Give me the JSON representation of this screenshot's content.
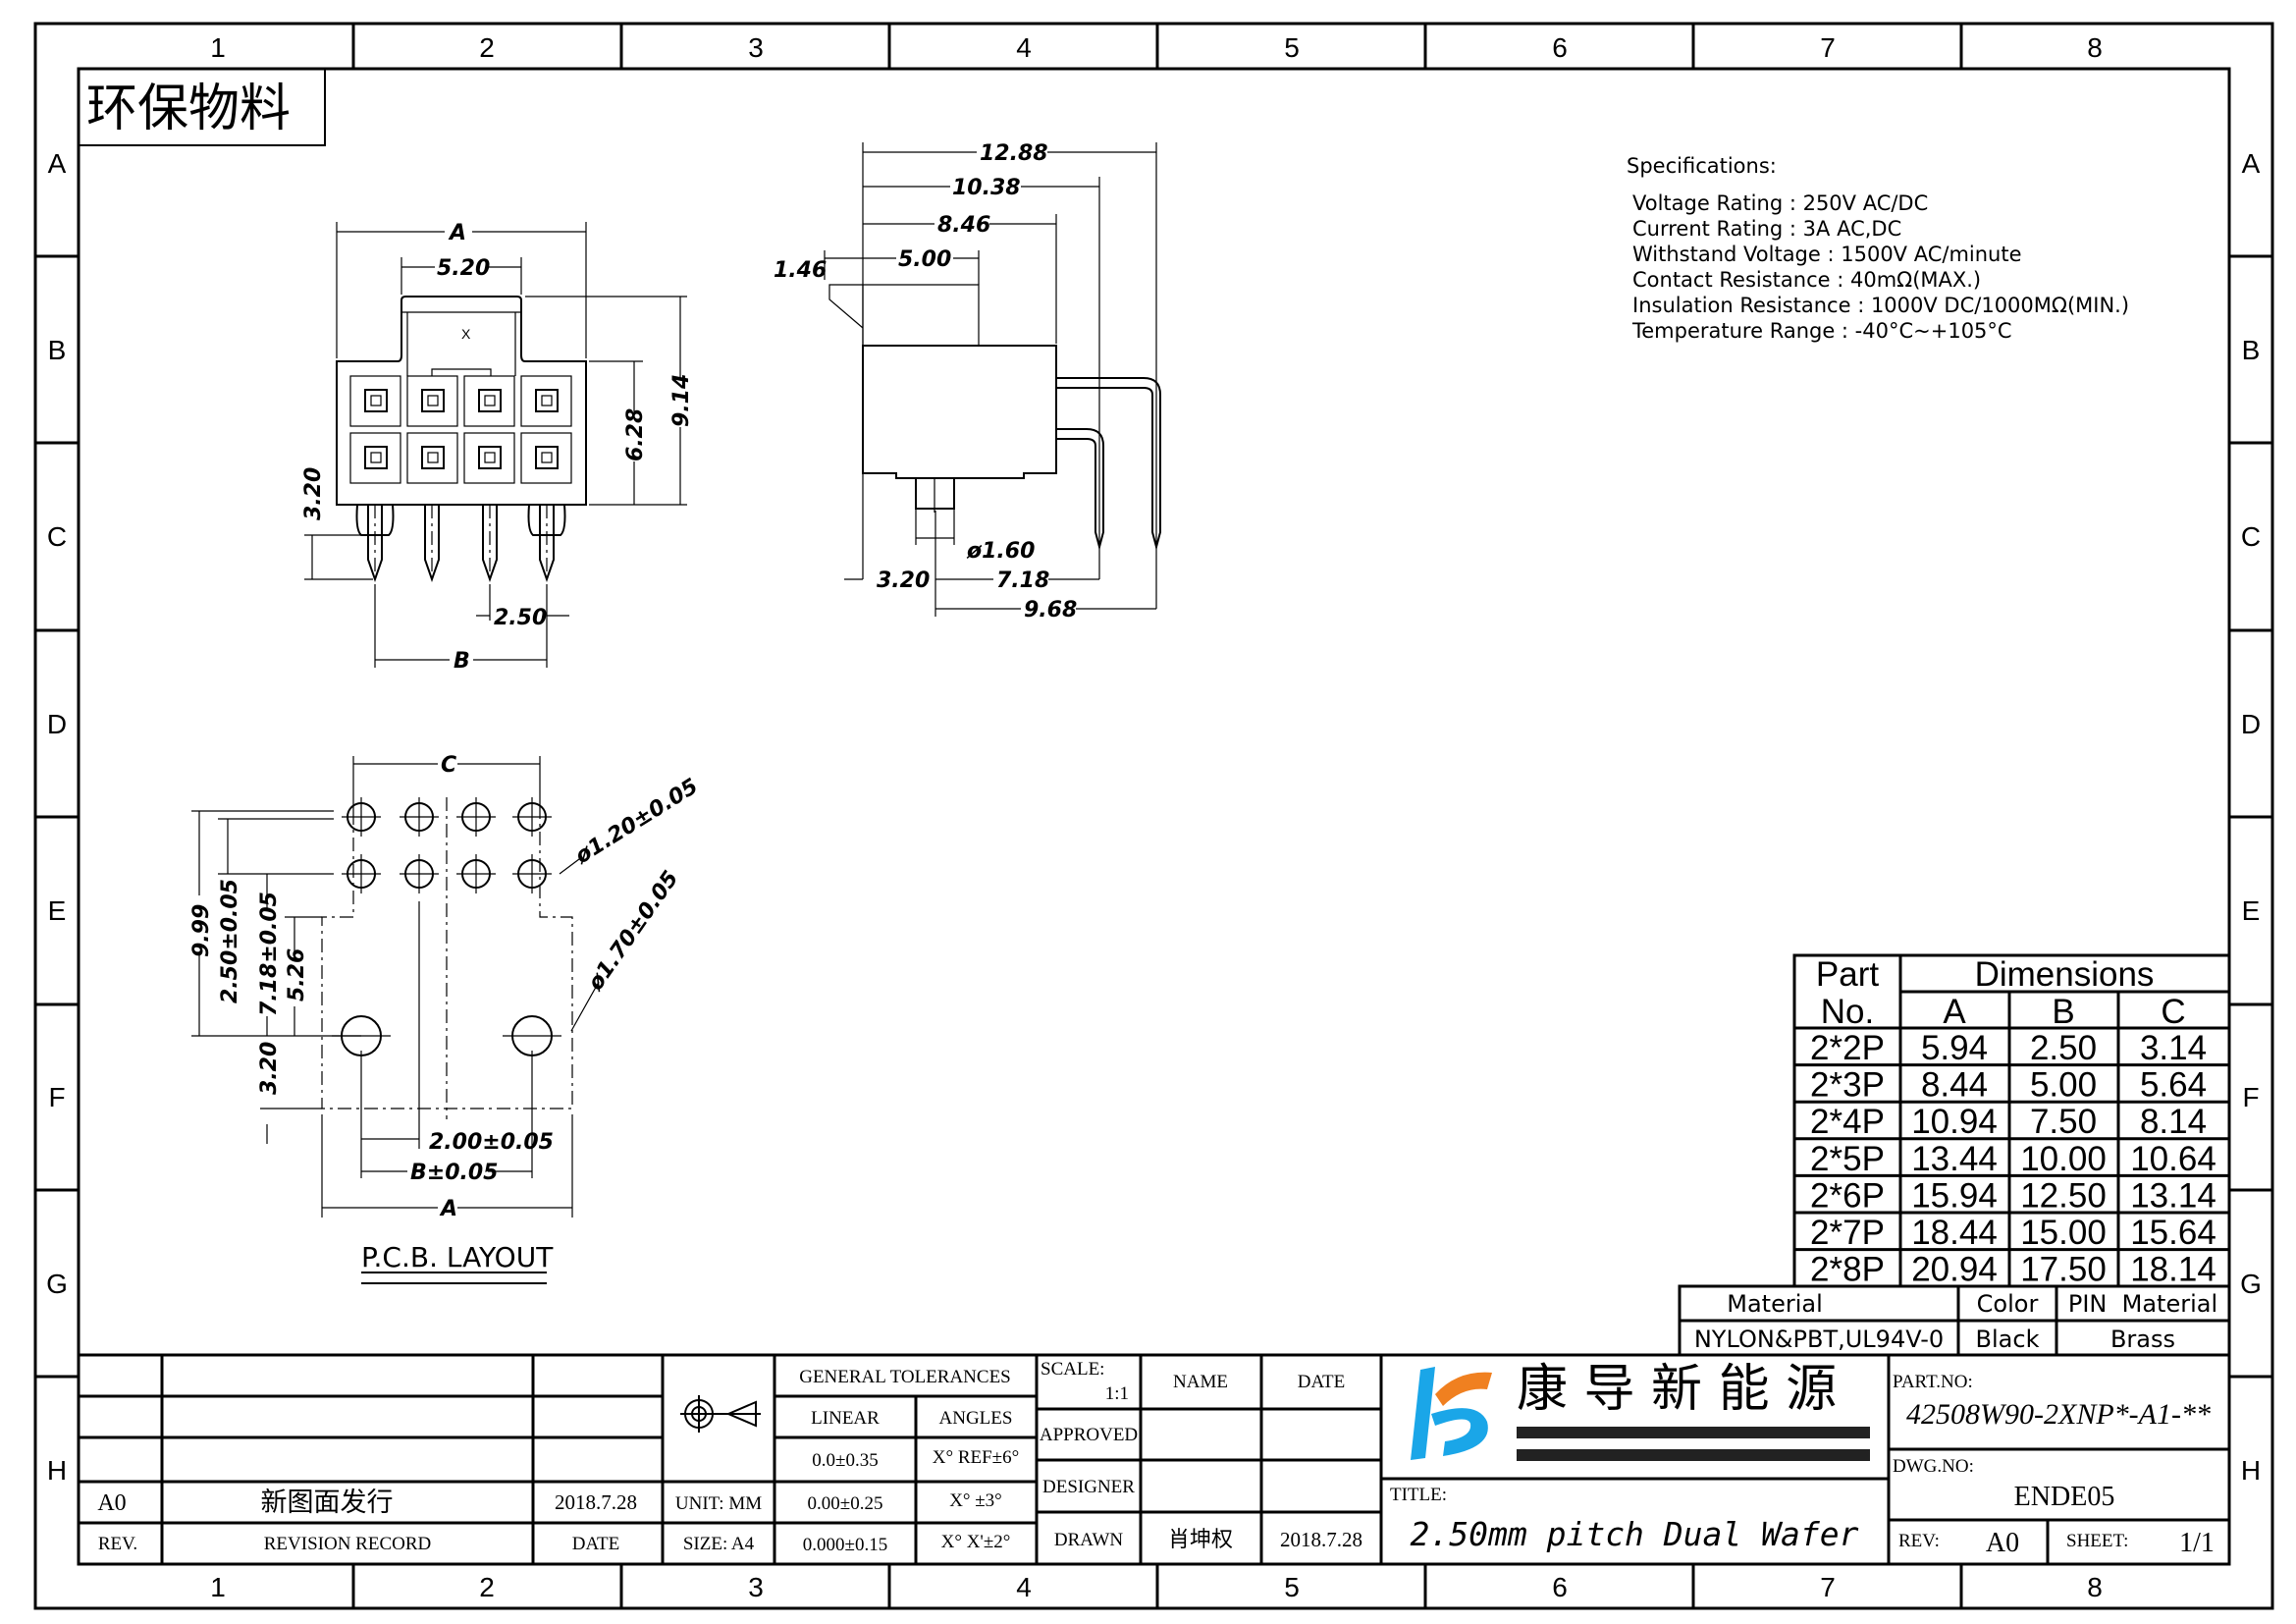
{
  "frame": {
    "columns": [
      "1",
      "2",
      "3",
      "4",
      "5",
      "6",
      "7",
      "8"
    ],
    "rows": [
      "A",
      "B",
      "C",
      "D",
      "E",
      "F",
      "G",
      "H"
    ]
  },
  "eco_label": "环保物料",
  "specifications": {
    "title": "Specifications:",
    "lines": [
      "Voltage Rating : 250V AC/DC",
      "Current Rating : 3A AC,DC",
      "Withstand Voltage : 1500V AC/minute",
      "Contact Resistance : 40mΩ(MAX.)",
      "Insulation Resistance : 1000V DC/1000MΩ(MIN.)",
      "Temperature Range : -40°C~+105°C"
    ]
  },
  "front_view": {
    "dim_a": "A",
    "dim_latch": "5.20",
    "dim_total_height": "9.14",
    "dim_body_height": "6.28",
    "dim_pin_length": "3.20",
    "dim_pitch": "2.50",
    "dim_b": "B",
    "latch_mark": "X"
  },
  "side_view": {
    "dim_overall": "12.88",
    "dim_pin_row2": "10.38",
    "dim_body": "8.46",
    "dim_latch": "5.00",
    "dim_latch_offset": "1.46",
    "dim_peg_dia": "ø1.60",
    "dim_peg_offset": "3.20",
    "dim_pin_row1": "7.18",
    "dim_pin_row2_peg": "9.68"
  },
  "pcb_layout": {
    "title": "P.C.B. LAYOUT",
    "dim_c": "C",
    "dim_a": "A",
    "dim_b": "B±0.05",
    "dim_offset": "2.00±0.05",
    "dim_total": "9.99",
    "dim_row_pitch": "2.50±0.05",
    "dim_row_to_peg": "7.18±0.05",
    "dim_edge_to_peg": "5.26",
    "dim_peg_to_edge": "3.20",
    "hole_small": "ø1.20±0.05",
    "hole_large": "ø1.70±0.05"
  },
  "dimension_table": {
    "header_part": [
      "Part",
      "No."
    ],
    "header_dimensions": "Dimensions",
    "columns": [
      "A",
      "B",
      "C"
    ],
    "rows": [
      {
        "part": "2*2P",
        "a": "5.94",
        "b": "2.50",
        "c": "3.14"
      },
      {
        "part": "2*3P",
        "a": "8.44",
        "b": "5.00",
        "c": "5.64"
      },
      {
        "part": "2*4P",
        "a": "10.94",
        "b": "7.50",
        "c": "8.14"
      },
      {
        "part": "2*5P",
        "a": "13.44",
        "b": "10.00",
        "c": "10.64"
      },
      {
        "part": "2*6P",
        "a": "15.94",
        "b": "12.50",
        "c": "13.14"
      },
      {
        "part": "2*7P",
        "a": "18.44",
        "b": "15.00",
        "c": "15.64"
      },
      {
        "part": "2*8P",
        "a": "20.94",
        "b": "17.50",
        "c": "18.14"
      }
    ]
  },
  "material_table": {
    "material_label": "Material",
    "material_value": "NYLON&PBT,UL94V-0",
    "color_label": "Color",
    "color_value": "Black",
    "pin_label": "PIN  Material",
    "pin_value": "Brass"
  },
  "title_block": {
    "revision": {
      "rev": "A0",
      "record": "新图面发行",
      "date": "2018.7.28"
    },
    "revision_headers": {
      "rev": "REV.",
      "record": "REVISION RECORD",
      "date": "DATE"
    },
    "unit": "UNIT: MM",
    "size": "SIZE: A4",
    "general_tolerances": "GENERAL TOLERANCES",
    "linear_label": "LINEAR",
    "angles_label": "ANGLES",
    "linear_values": [
      "0.0±0.35",
      "0.00±0.25",
      "0.000±0.15"
    ],
    "angle_values": [
      "X° REF±6°",
      "X° ±3°",
      "X° X'±2°"
    ],
    "scale_label": "SCALE:",
    "scale_value": "1:1",
    "name_header": "NAME",
    "date_header": "DATE",
    "approved": "APPROVED",
    "designer": "DESIGNER",
    "drawn": "DRAWN",
    "drawn_name": "肖坤权",
    "drawn_date": "2018.7.28",
    "company": "康 导 新 能 源",
    "title_label": "TITLE:",
    "title": "2.50mm pitch Dual Wafer",
    "part_no_label": "PART.NO:",
    "part_no": "42508W90-2XNP*-A1-**",
    "dwg_no_label": "DWG.NO:",
    "dwg_no": "ENDE05",
    "rev_label": "REV:",
    "rev_value": "A0",
    "sheet_label": "SHEET:",
    "sheet_value": "1/1",
    "colors": {
      "logo_blue": "#1aa6e8",
      "logo_orange": "#f08020"
    }
  }
}
